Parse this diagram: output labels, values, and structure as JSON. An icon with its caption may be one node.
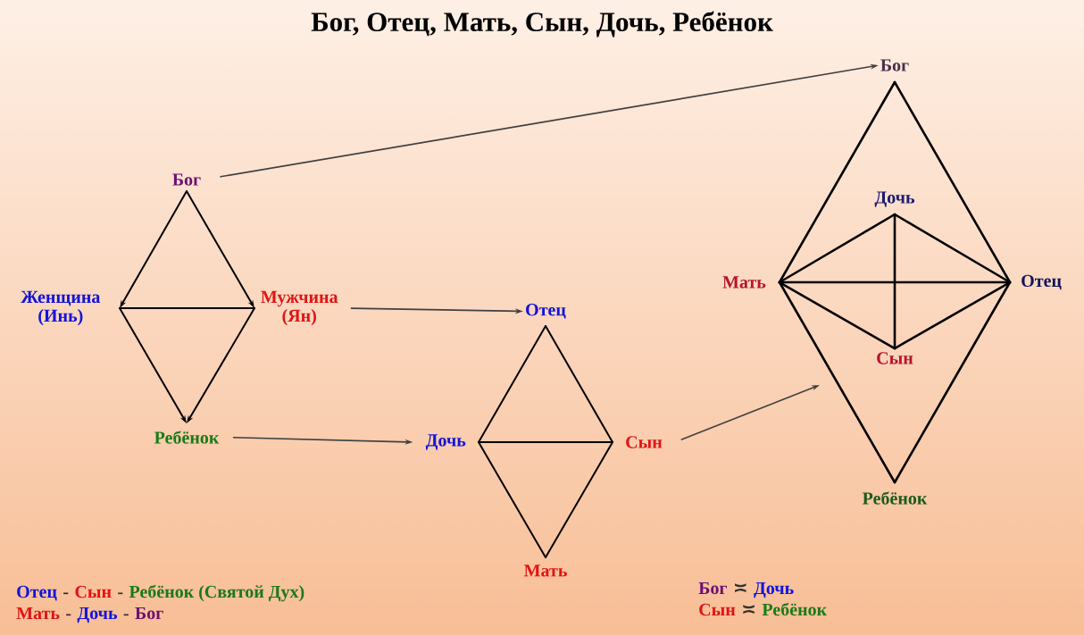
{
  "diagram": {
    "title": "Бог, Отец, Мать, Сын, Дочь, Ребёнок",
    "nodes": [
      {
        "text": [
          "Бог"
        ]
      },
      {
        "text": [
          "Женщина (Инь)"
        ]
      },
      {
        "text": [
          "Мужчина (Ян)"
        ]
      },
      {
        "text": [
          "Ребёнок"
        ]
      },
      {
        "text": [
          "Отец"
        ]
      },
      {
        "text": [
          "Дочь"
        ]
      },
      {
        "text": [
          "Сын"
        ]
      },
      {
        "text": [
          "Мать"
        ]
      },
      {
        "text": [
          "Бог"
        ]
      },
      {
        "text": [
          "Дочь"
        ]
      },
      {
        "text": [
          "Мать"
        ]
      },
      {
        "text": [
          "Отец"
        ]
      },
      {
        "text": [
          "Сын"
        ]
      },
      {
        "text": [
          "Ребёнок"
        ]
      }
    ],
    "edges": [
      {
        "from": 0,
        "to": 1,
        "arrow": "to"
      },
      {
        "from": 0,
        "to": 2,
        "arrow": "to"
      },
      {
        "from": 1,
        "to": 2,
        "arrow": "none"
      },
      {
        "from": 1,
        "to": 3,
        "arrow": "to"
      },
      {
        "from": 2,
        "to": 3,
        "arrow": "to"
      },
      {
        "from": 0,
        "to": 8,
        "arrow": "to",
        "color": "#404040"
      },
      {
        "from": 2,
        "to": 4,
        "arrow": "to",
        "color": "#404040"
      },
      {
        "from": 3,
        "to": 5,
        "arrow": "to",
        "color": "#404040"
      },
      {
        "from": 6,
        "to": null,
        "arrow": "to",
        "color": "#404040"
      },
      {
        "from": 4,
        "to": 5,
        "arrow": "none"
      },
      {
        "from": 4,
        "to": 6,
        "arrow": "none"
      },
      {
        "from": 5,
        "to": 6,
        "arrow": "none"
      },
      {
        "from": 5,
        "to": 7,
        "arrow": "none"
      },
      {
        "from": 6,
        "to": 7,
        "arrow": "none"
      },
      {
        "from": 8,
        "to": 10,
        "arrow": "none"
      },
      {
        "from": 8,
        "to": 11,
        "arrow": "none"
      },
      {
        "from": 10,
        "to": 11,
        "arrow": "none"
      },
      {
        "from": 10,
        "to": 13,
        "arrow": "none"
      },
      {
        "from": 11,
        "to": 13,
        "arrow": "none"
      },
      {
        "from": 10,
        "to": 9,
        "arrow": "none"
      },
      {
        "from": 9,
        "to": 11,
        "arrow": "none"
      },
      {
        "from": 10,
        "to": 12,
        "arrow": "none"
      },
      {
        "from": 12,
        "to": 11,
        "arrow": "none"
      },
      {
        "from": 9,
        "to": 12,
        "arrow": "none"
      }
    ],
    "labels": [
      "Отец",
      "-",
      "Сын",
      "-",
      "Ребёнок (Святой Дух)",
      "Бог",
      "≍",
      "Дочь",
      "Мать",
      "-",
      "Дочь",
      "-",
      "Бог",
      "Сын",
      "≍",
      "Ребёнок"
    ]
  }
}
